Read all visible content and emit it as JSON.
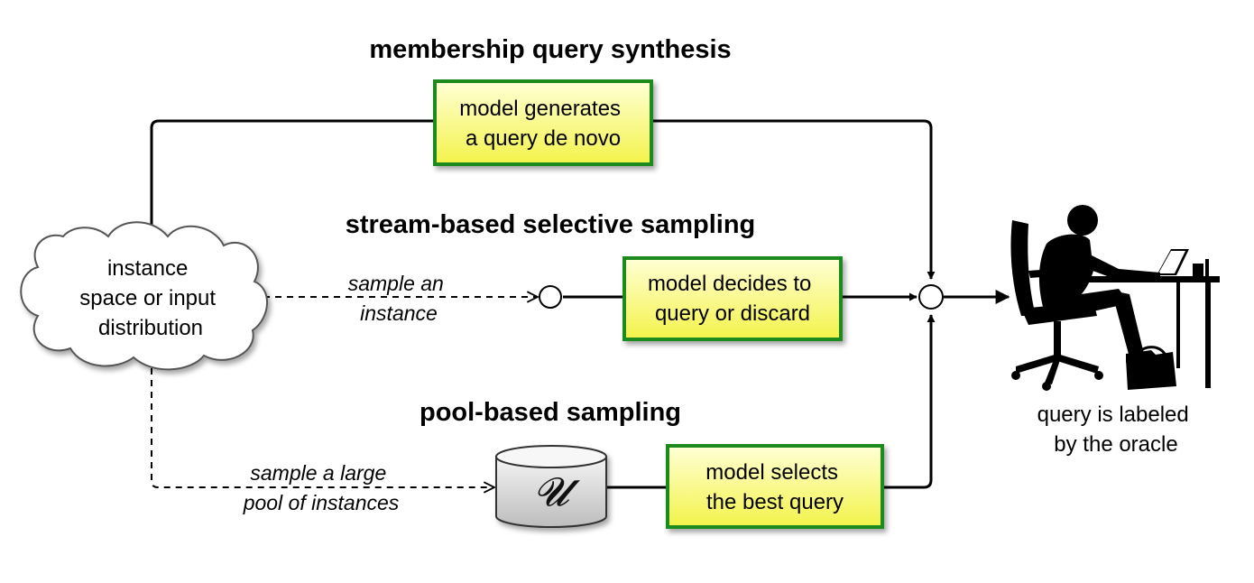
{
  "titles": {
    "membership": "membership query synthesis",
    "stream": "stream-based selective sampling",
    "pool": "pool-based sampling"
  },
  "source_cloud": {
    "lines": [
      "instance",
      "space or input",
      "distribution"
    ]
  },
  "boxes": {
    "generate": {
      "lines": [
        "model generates",
        "a query de novo"
      ]
    },
    "decide": {
      "lines": [
        "model decides to",
        "query or discard"
      ]
    },
    "select": {
      "lines": [
        "model selects",
        "the best query"
      ]
    }
  },
  "edge_labels": {
    "stream": [
      "sample an",
      "instance"
    ],
    "pool": [
      "sample a large",
      "pool of instances"
    ]
  },
  "pool_store": {
    "symbol": "𝓤"
  },
  "oracle": {
    "icon": "person-at-computer-icon",
    "lines": [
      "query is labeled",
      "by the oracle"
    ]
  },
  "colors": {
    "box_border": "#1e8a1e",
    "box_fill_top": "#ffffd0",
    "box_fill_bottom": "#f2f24a",
    "line": "#000000"
  }
}
